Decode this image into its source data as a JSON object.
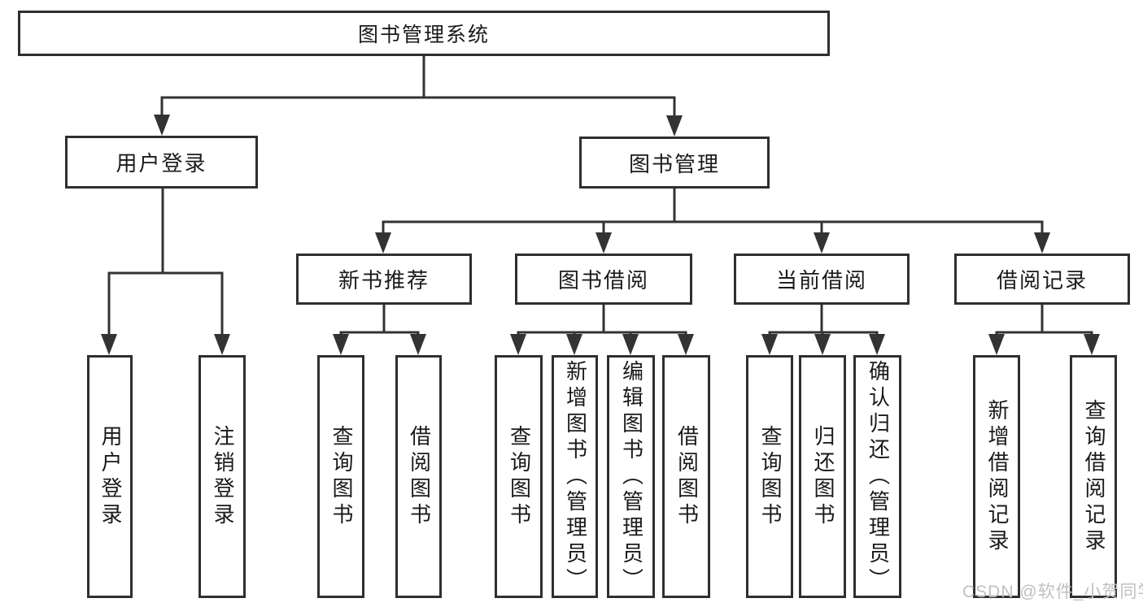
{
  "colors": {
    "line": "#333333",
    "box_border": "#2f2f2f",
    "text": "#1a1a1a",
    "watermark": "#c0c0c0",
    "background": "#ffffff"
  },
  "tree": {
    "root": {
      "label": "图书管理系统"
    },
    "branches": [
      {
        "label": "用户登录",
        "children": [
          {
            "label": "用户登录"
          },
          {
            "label": "注销登录"
          }
        ]
      },
      {
        "label": "图书管理",
        "children": [
          {
            "label": "新书推荐",
            "children": [
              {
                "label": "查询图书"
              },
              {
                "label": "借阅图书"
              }
            ]
          },
          {
            "label": "图书借阅",
            "children": [
              {
                "label": "查询图书"
              },
              {
                "label": "新增图书（管理员）"
              },
              {
                "label": "编辑图书（管理员）"
              },
              {
                "label": "借阅图书"
              }
            ]
          },
          {
            "label": "当前借阅",
            "children": [
              {
                "label": "查询图书"
              },
              {
                "label": "归还图书"
              },
              {
                "label": "确认归还（管理员）"
              }
            ]
          },
          {
            "label": "借阅记录",
            "children": [
              {
                "label": "新增借阅记录"
              },
              {
                "label": "查询借阅记录"
              }
            ]
          }
        ]
      }
    ]
  },
  "watermark": {
    "text": "CSDN @软件_小贺同学"
  }
}
